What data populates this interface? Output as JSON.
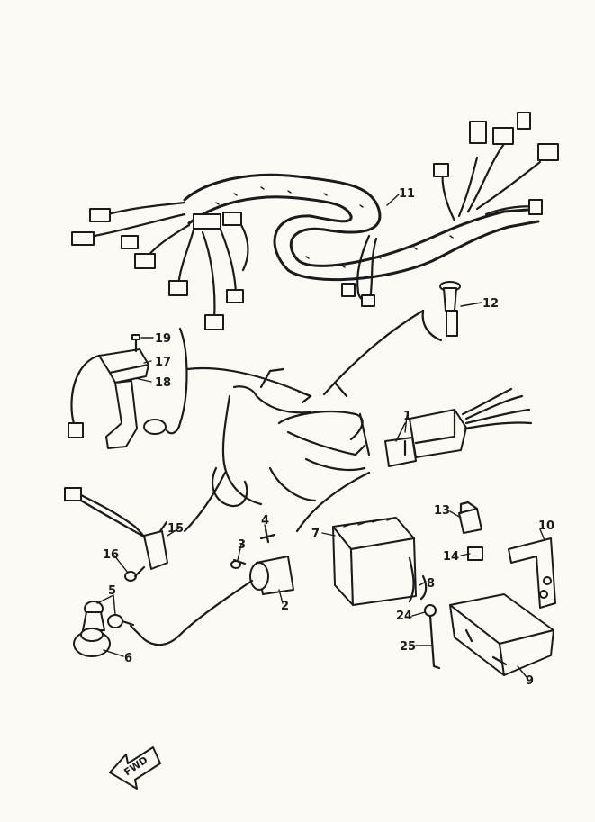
{
  "callouts": {
    "p1": "1",
    "p2": "2",
    "p3": "3",
    "p4": "4",
    "p5": "5",
    "p6": "6",
    "p7": "7",
    "p8": "8",
    "p9": "9",
    "p10": "10",
    "p11": "11",
    "p12": "12",
    "p13": "13",
    "p14": "14",
    "p15": "15",
    "p16": "16",
    "p17": "17",
    "p18": "18",
    "p19": "19",
    "p24": "24",
    "p25": "25"
  },
  "fwd_label": "FWD",
  "colors": {
    "ink": "#1b1b1b",
    "paper": "#fbfaf5"
  }
}
